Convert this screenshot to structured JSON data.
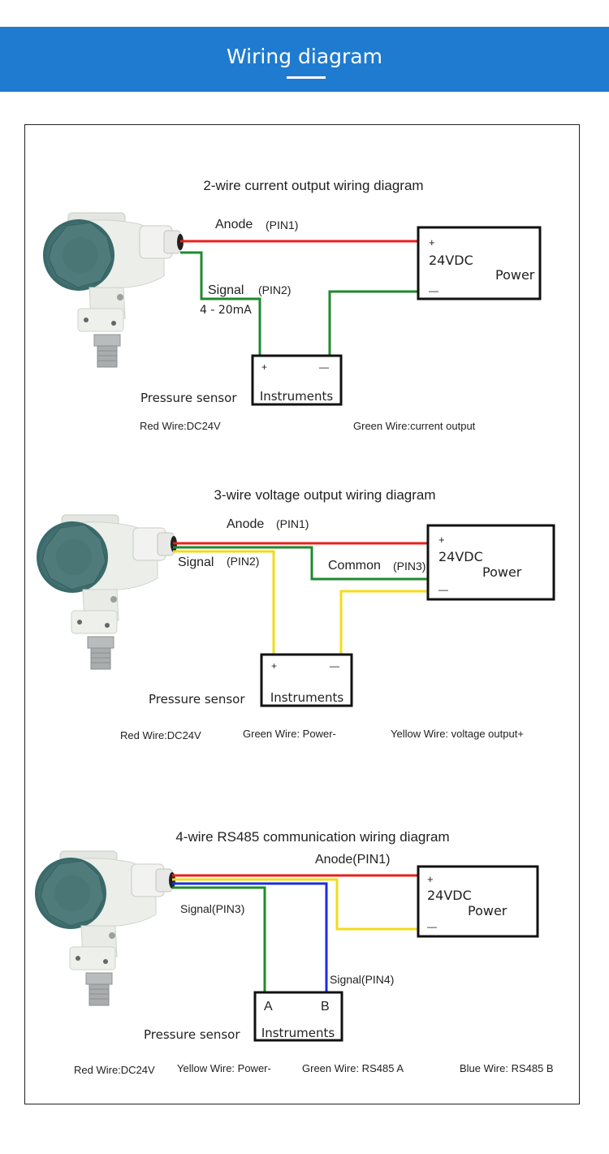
{
  "header": {
    "title": "Wiring diagram",
    "background_color": "#1f7bd0"
  },
  "wire_colors": {
    "red": "#e8201c",
    "green": "#1f8a2e",
    "yellow": "#f0dc1a",
    "blue": "#1a2ee0"
  },
  "diagrams": [
    {
      "title": "2-wire current output wiring diagram",
      "labels": {
        "anode": "Anode",
        "anode_pin": "(PIN1)",
        "signal": "Signal",
        "signal_pin": "(PIN2)",
        "signal_range": "4 - 20mA"
      },
      "power": {
        "plus": "+",
        "voltage": "24VDC",
        "name": "Power",
        "minus": "—"
      },
      "instrument": {
        "left": "+",
        "right": "—",
        "name": "Instruments"
      },
      "sensor_label": "Pressure sensor",
      "legend": [
        "Red Wire:DC24V",
        "Green Wire:current output"
      ]
    },
    {
      "title": "3-wire voltage output wiring diagram",
      "labels": {
        "anode": "Anode",
        "anode_pin": "(PIN1)",
        "signal": "Signal",
        "signal_pin": "(PIN2)",
        "common": "Common",
        "common_pin": "(PIN3)"
      },
      "power": {
        "plus": "+",
        "voltage": "24VDC",
        "name": "Power",
        "minus": "—"
      },
      "instrument": {
        "left": "+",
        "right": "—",
        "name": "Instruments"
      },
      "sensor_label": "Pressure sensor",
      "legend": [
        "Red Wire:DC24V",
        "Green Wire: Power-",
        "Yellow Wire: voltage output+"
      ]
    },
    {
      "title": "4-wire RS485 communication wiring diagram",
      "labels": {
        "anode": "Anode(PIN1)",
        "signal3": "Signal(PIN3)",
        "signal4": "Signal(PIN4)"
      },
      "power": {
        "plus": "+",
        "voltage": "24VDC",
        "name": "Power",
        "minus": "—"
      },
      "instrument": {
        "left": "A",
        "right": "B",
        "name": "Instruments"
      },
      "sensor_label": "Pressure sensor",
      "legend": [
        "Red Wire:DC24V",
        "Yellow Wire: Power-",
        "Green Wire: RS485 A",
        "Blue Wire: RS485 B"
      ]
    }
  ]
}
